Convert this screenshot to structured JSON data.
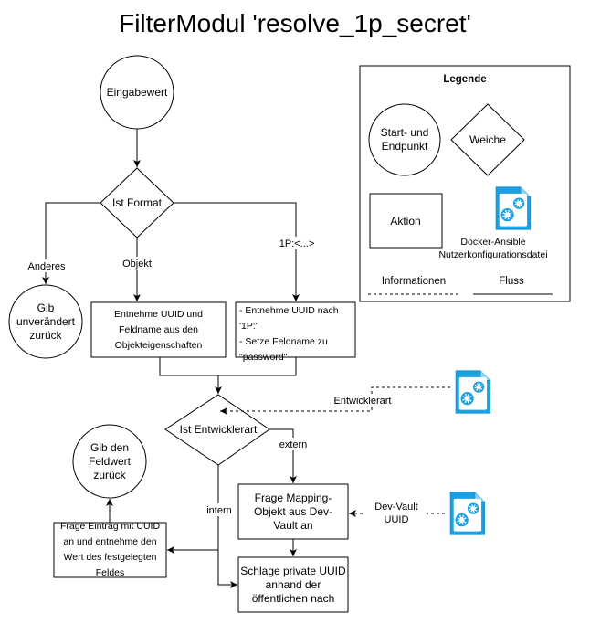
{
  "title": "FilterModul 'resolve_1p_secret'",
  "nodes": {
    "start": "Eingabewert",
    "format_decision": "Ist Format",
    "return_unchanged": "Gib unverändert zurück",
    "object_action": "Entnehme UUID und Feldname aus den Objekteigenschaften",
    "onep_action_line1": "- Entnehme UUID nach '1P:'",
    "onep_action_line2": "- Setze Feldname zu \"password\"",
    "dev_decision": "Ist Entwicklerart",
    "return_field": "Gib den Feldwert zurück",
    "query_entry": "Frage Eintrag mit UUID an und entnehme den Wert des festgelegten Feldes",
    "query_mapping": "Frage Mapping-Objekt aus Dev-Vault an",
    "lookup_uuid": "Schlage private UUID anhand der öffentlichen nach"
  },
  "edge_labels": {
    "other": "Anderes",
    "object": "Objekt",
    "onep": "1P:<...>",
    "external": "extern",
    "internal": "intern",
    "dev_type": "Entwicklerart",
    "dev_vault_uuid": "Dev-Vault UUID"
  },
  "legend": {
    "title": "Legende",
    "start_end": "Start- und Endpunkt",
    "switch": "Weiche",
    "action": "Aktion",
    "config_file": "Docker-Ansible Nutzerkonfigurationsdatei",
    "info": "Informationen",
    "flow": "Fluss"
  },
  "colors": {
    "file_icon": "#1BA1E2",
    "line": "#000000"
  }
}
